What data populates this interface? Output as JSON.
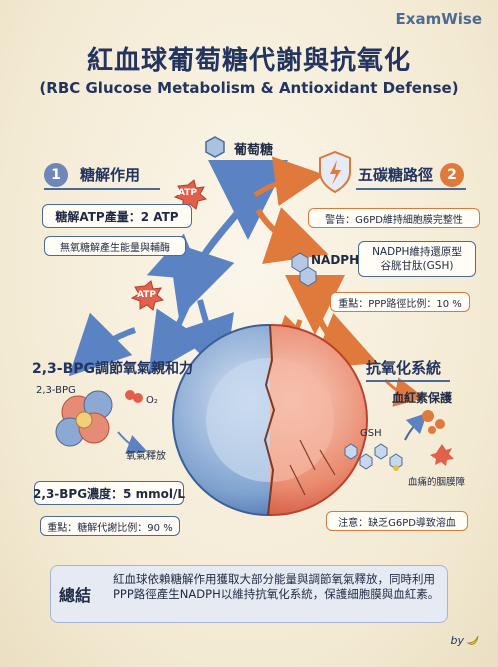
{
  "brand": "ExamWise",
  "title": "紅血球葡萄糖代謝與抗氧化",
  "subtitle": "(RBC Glucose Metabolism & Antioxidant Defense)",
  "glucose": {
    "label": "葡萄糖"
  },
  "glycolysis": {
    "number": "1",
    "heading": "糖解作用",
    "atp_yield": "糖解ATP產量：2 ATP",
    "note": "無氧糖解產生能量與輔酶",
    "atp_tag": "ATP"
  },
  "ppp": {
    "number": "2",
    "heading": "五碳糖路徑",
    "warning": "警告：G6PD維持細胞膜完整性",
    "nadph_label": "NADPH",
    "nadph_note": [
      "NADPH維持還原型",
      "谷胱甘肽(GSH)"
    ],
    "key_point": "重點：PPP路徑比例：10 %"
  },
  "bpg": {
    "heading": "2,3-BPG調節氧氣親和力",
    "molecule_label": "2,3-BPG",
    "o2_label": "O₂",
    "release_label": "氧氣釋放",
    "concentration": "2,3-BPG濃度：5 mmol/L",
    "key_point": "重點：糖解代謝比例：90 %"
  },
  "antioxidant": {
    "heading": "抗氧化系統",
    "hemoglobin": "血紅素保護",
    "gsh_label": "GSH",
    "damage_label": "血痛的胭膜障",
    "caution": "注意：缺乏G6PD導致溶血"
  },
  "summary": {
    "label": "總結",
    "text": "紅血球依賴糖解作用獲取大部分能量與調節氧氣釋放，同時利用PPP路徑產生NADPH以維持抗氧化系統，保護細胞膜與血紅素。"
  },
  "signature": "by",
  "colors": {
    "navy": "#22345f",
    "blue_path": "#5b83c4",
    "orange_path": "#e07a3c",
    "cell_blue": "#6f95c8",
    "cell_red": "#e0674f"
  }
}
